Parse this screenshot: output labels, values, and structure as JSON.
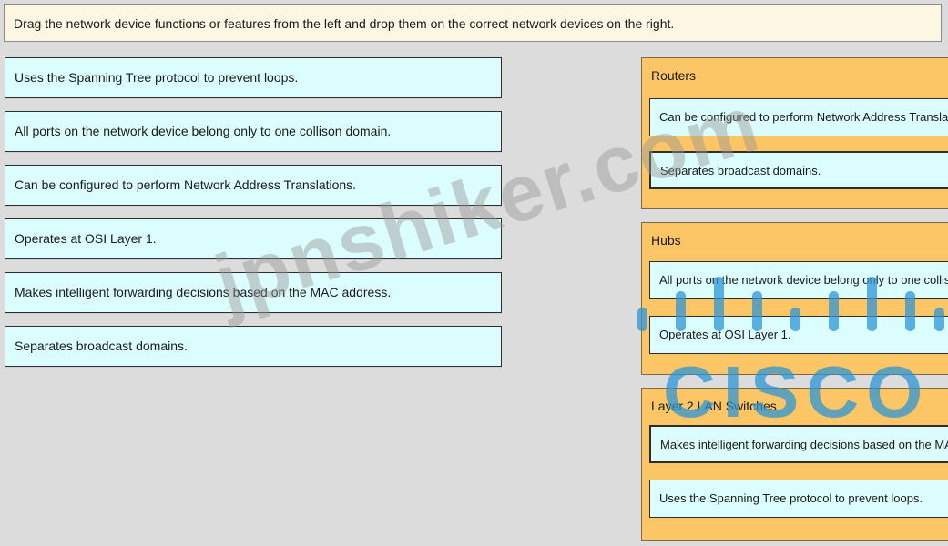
{
  "instructions": "Drag the network device functions or features from the left and drop them on the correct network devices on the right.",
  "items": [
    {
      "label": "Uses the Spanning Tree protocol to prevent loops."
    },
    {
      "label": "All ports on the network device belong only to one collison domain."
    },
    {
      "label": "Can be configured to perform Network Address Translations."
    },
    {
      "label": "Operates at OSI Layer 1."
    },
    {
      "label": "Makes intelligent forwarding decisions based on the MAC address."
    },
    {
      "label": "Separates broadcast domains."
    }
  ],
  "zones": [
    {
      "title": "Routers",
      "slots": [
        "Can be configured to perform Network Address Translations.",
        "Separates broadcast domains."
      ]
    },
    {
      "title": "Hubs",
      "slots": [
        "All ports on the network device belong only to one collison domain.",
        "Operates at OSI Layer 1."
      ]
    },
    {
      "title": "Layer 2 LAN Switches",
      "slots": [
        "Makes intelligent forwarding decisions based on the MAC address.",
        "Uses the Spanning Tree protocol to prevent loops."
      ]
    }
  ],
  "watermark": "jpnshiker.com",
  "logo": {
    "word": "CISCO",
    "color": "#2e96d5"
  },
  "colors": {
    "item_bg": "#dcfdfe",
    "zone_bg": "#fcc565",
    "instructions_bg": "#fbf7e2"
  }
}
